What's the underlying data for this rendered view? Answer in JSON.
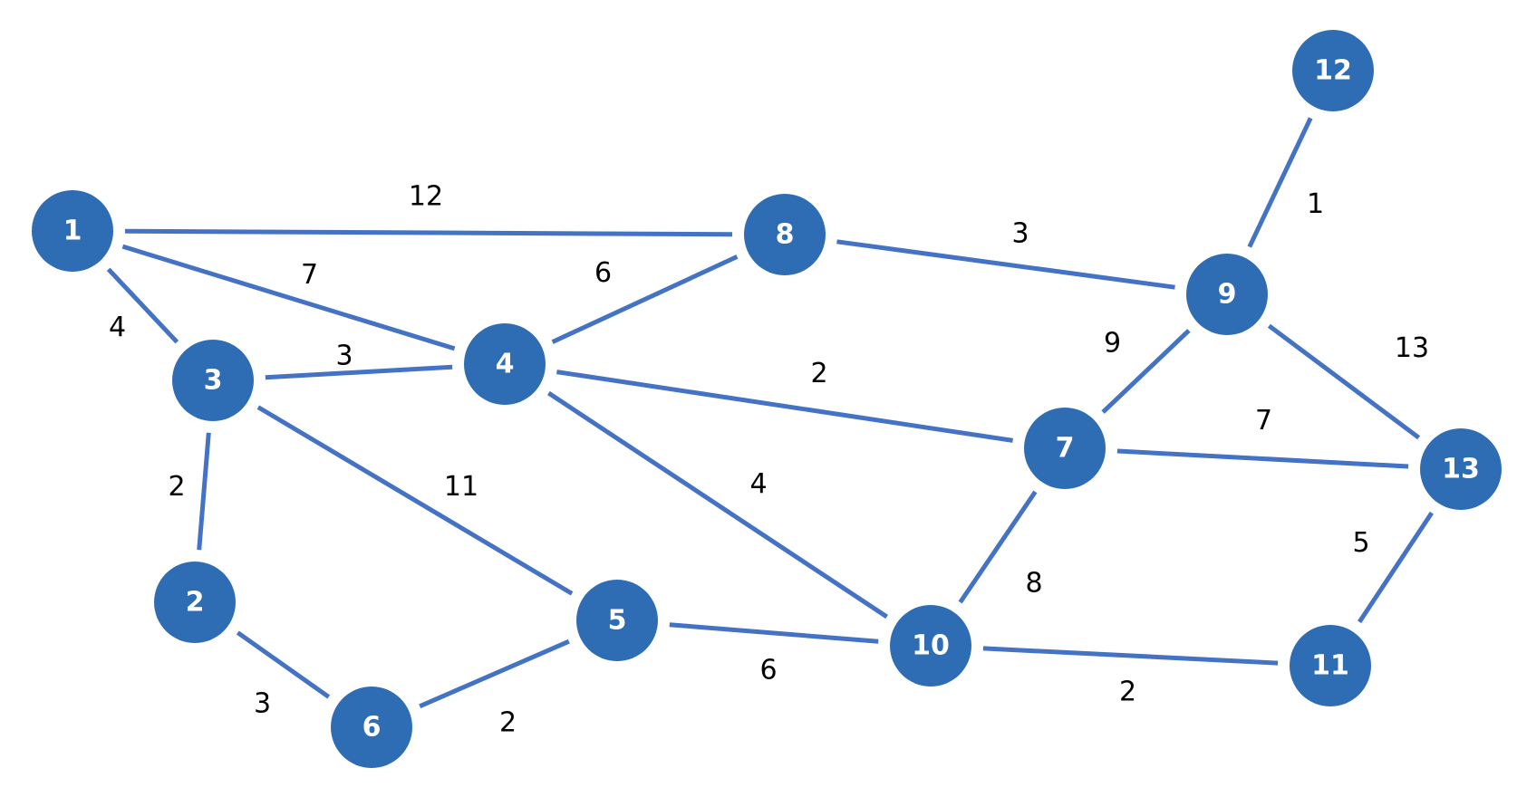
{
  "graph": {
    "node_color": "#2E6DB4",
    "edge_color": "#4472C4",
    "nodes": [
      {
        "id": "n1",
        "label": "1"
      },
      {
        "id": "n2",
        "label": "2"
      },
      {
        "id": "n3",
        "label": "3"
      },
      {
        "id": "n4",
        "label": "4"
      },
      {
        "id": "n5",
        "label": "5"
      },
      {
        "id": "n6",
        "label": "6"
      },
      {
        "id": "n7",
        "label": "7"
      },
      {
        "id": "n8",
        "label": "8"
      },
      {
        "id": "n9",
        "label": "9"
      },
      {
        "id": "n10",
        "label": "10"
      },
      {
        "id": "n11",
        "label": "11"
      },
      {
        "id": "n12",
        "label": "12"
      },
      {
        "id": "n13",
        "label": "13"
      }
    ],
    "edges": [
      {
        "from": "1",
        "to": "8",
        "weight": "12"
      },
      {
        "from": "1",
        "to": "4",
        "weight": "7"
      },
      {
        "from": "1",
        "to": "3",
        "weight": "4"
      },
      {
        "from": "3",
        "to": "4",
        "weight": "3"
      },
      {
        "from": "3",
        "to": "2",
        "weight": "2"
      },
      {
        "from": "3",
        "to": "5",
        "weight": "11"
      },
      {
        "from": "2",
        "to": "6",
        "weight": "3"
      },
      {
        "from": "6",
        "to": "5",
        "weight": "2"
      },
      {
        "from": "5",
        "to": "10",
        "weight": "6"
      },
      {
        "from": "4",
        "to": "8",
        "weight": "6"
      },
      {
        "from": "4",
        "to": "7",
        "weight": "2"
      },
      {
        "from": "4",
        "to": "10",
        "weight": "4"
      },
      {
        "from": "8",
        "to": "9",
        "weight": "3"
      },
      {
        "from": "12",
        "to": "9",
        "weight": "1"
      },
      {
        "from": "9",
        "to": "7",
        "weight": "9"
      },
      {
        "from": "9",
        "to": "13",
        "weight": "13"
      },
      {
        "from": "7",
        "to": "13",
        "weight": "7"
      },
      {
        "from": "7",
        "to": "10",
        "weight": "8"
      },
      {
        "from": "10",
        "to": "11",
        "weight": "2"
      },
      {
        "from": "13",
        "to": "11",
        "weight": "5"
      }
    ]
  }
}
